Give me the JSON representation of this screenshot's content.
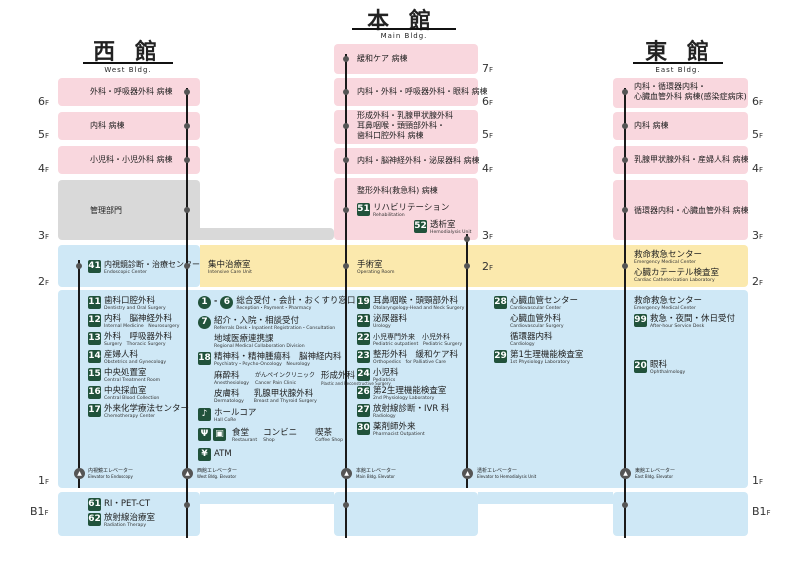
{
  "buildings": {
    "west": {
      "title": "西 館",
      "sub": "West Bldg."
    },
    "main": {
      "title": "本 館",
      "sub": "Main   Bldg."
    },
    "east": {
      "title": "東 館",
      "sub": "East Bldg."
    }
  },
  "floors": {
    "f7": "7",
    "f6": "6",
    "f5": "5",
    "f4": "4",
    "f3": "3",
    "f2": "2",
    "f1": "1",
    "b1": "B1",
    "suffix": "F"
  },
  "west": {
    "f6": "外科・呼吸器外科 病棟",
    "f5": "内科 病棟",
    "f4": "小児科・小児外科 病棟",
    "f3": "管理部門",
    "f2": {
      "num": "41",
      "label": "内視鏡診断・治療センター",
      "sub": "Endoscopic Center"
    },
    "f1": [
      {
        "num": "11",
        "label": "歯科口腔外科",
        "sub": "Dentistry and Oral Surgery"
      },
      {
        "num": "12",
        "label": "内科　脳神経外科",
        "sub": "Internal Medicine　Neurosurgery"
      },
      {
        "num": "13",
        "label": "外科　呼吸器外科",
        "sub": "Surgery　Thoracic Surgery"
      },
      {
        "num": "14",
        "label": "産婦人科",
        "sub": "Obstetrics and Gynecology"
      },
      {
        "num": "15",
        "label": "中央処置室",
        "sub": "Central Treatment Room"
      },
      {
        "num": "16",
        "label": "中央採血室",
        "sub": "Central Blood Collection"
      },
      {
        "num": "17",
        "label": "外来化学療法センター",
        "sub": "Chemotherapy Center"
      }
    ],
    "b1": [
      {
        "num": "61",
        "label": "RI・PET-CT",
        "sub": ""
      },
      {
        "num": "62",
        "label": "放射線治療室",
        "sub": "Radiation Therapy"
      }
    ]
  },
  "center": {
    "f2": {
      "label": "集中治療室",
      "sub": "Intensive Care Unit"
    },
    "f1": {
      "reception": {
        "num1": "1",
        "num2": "6",
        "label": "総合受付・会計・おくすり窓口",
        "sub": "Reception・Payment・Pharmacy"
      },
      "referral": {
        "num": "7",
        "label": "紹介・入院・相談受付",
        "sub": "Referrals Desk・Inpatient Registration・Consultation"
      },
      "regional": {
        "label": "地域医療連携課",
        "sub": "Regional Medical Collaboration Division"
      },
      "psych": {
        "num": "18",
        "label": "精神科・精神腫瘍科　脳神経内科",
        "sub": "Psychiatry・Psycho-Oncology　Neurology"
      },
      "row2": [
        {
          "label": "麻酔科",
          "sub": "Anesthesiology"
        },
        {
          "label": "がんペインクリニック",
          "sub": "Cancer Pain Clinic"
        },
        {
          "label": "形成外科",
          "sub": "Plastic and Reconstructive Surgery"
        }
      ],
      "row3": [
        {
          "label": "皮膚科",
          "sub": "Dermatology"
        },
        {
          "label": "乳腺甲状腺外科",
          "sub": "Breast and Thyroid Surgery"
        }
      ],
      "hall": {
        "label": "ホールコア",
        "sub": "Hall CoRe"
      },
      "food": [
        {
          "label": "食堂",
          "sub": "Restaurant"
        },
        {
          "label": "コンビニ",
          "sub": "Shop"
        },
        {
          "label": "喫茶",
          "sub": "Coffee Shop"
        }
      ],
      "atm": "ATM"
    }
  },
  "main": {
    "f7": "緩和ケア 病棟",
    "f6": "内科・外科・呼吸器外科・眼科 病棟",
    "f5": [
      "形成外科・乳腺甲状腺外科",
      "耳鼻咽喉・頭頸部外科・",
      "歯科口腔外科 病棟"
    ],
    "f4": "内科・脳神経外科・泌尿器科 病棟",
    "f3": {
      "ward": "整形外科(救急科) 病棟",
      "rehab": {
        "num": "51",
        "label": "リハビリテーション",
        "sub": "Rehabilitation"
      },
      "dialysis": {
        "num": "52",
        "label": "透析室",
        "sub": "Hemodialysis Unit"
      }
    },
    "f2": {
      "label": "手術室",
      "sub": "Operating Room"
    },
    "f1": [
      {
        "num": "19",
        "label": "耳鼻咽喉・頭頸部外科",
        "sub": "Otolaryngology-Head and Neck Surgery"
      },
      {
        "num": "21",
        "label": "泌尿器科",
        "sub": "Urology"
      },
      {
        "num": "22",
        "label": "小児専門外来　小児外科",
        "sub": "Pediatric outpatient　Pediatric Surgery"
      },
      {
        "num": "23",
        "label": "整形外科　緩和ケア科",
        "sub": "Orthopedics　for Palliative Care"
      },
      {
        "num": "24",
        "label": "小児科",
        "sub": "Pediatrics"
      },
      {
        "num": "26",
        "label": "第2生理機能検査室",
        "sub": "2nd Physiology Laboratory"
      },
      {
        "num": "27",
        "label": "放射線診断・IVR 科",
        "sub": "Radiology"
      },
      {
        "num": "30",
        "label": "薬剤師外来",
        "sub": "Pharmacist Outpatient"
      }
    ],
    "f1right": [
      {
        "num": "28",
        "label": "心臓血管センター",
        "sub": "Cardiovascular Center"
      },
      {
        "num": "",
        "label": "心臓血管外科",
        "sub": "Cardiovascular Surgery"
      },
      {
        "num": "",
        "label": "循環器内科",
        "sub": "Cardiology"
      },
      {
        "num": "29",
        "label": "第1生理機能検査室",
        "sub": "1st Physiology Laboratory"
      }
    ]
  },
  "east": {
    "f6": [
      "内科・循環器内科・",
      "心臓血管外科 病棟(感染症病床)"
    ],
    "f5": "内科 病棟",
    "f4": "乳腺甲状腺外科・産婦人科 病棟",
    "f3": "循環器内科・心臓血管外科 病棟",
    "f2": [
      {
        "label": "救命救急センター",
        "sub": "Emergency Medical Center"
      },
      {
        "label": "心臓カテーテル検査室",
        "sub": "Cardiac Catheterization Laboratory"
      }
    ],
    "f1": [
      {
        "num": "",
        "label": "救命救急センター",
        "sub": "Emergency Medical Center"
      },
      {
        "num": "99",
        "label": "救急・夜間・休日受付",
        "sub": "After-hour Service Desk"
      },
      {
        "num": "20",
        "label": "眼科",
        "sub": "Ophthalmology"
      }
    ]
  },
  "elevators": [
    {
      "label": "内視鏡エレベーター",
      "sub": "Elevator to Endoscopy"
    },
    {
      "label": "西館エレベーター",
      "sub": "West Bldg. Elevator"
    },
    {
      "label": "本館エレベーター",
      "sub": "Main Bldg. Elevator"
    },
    {
      "label": "透析エレベーター",
      "sub": "Elevator to Hemodialysis Unit"
    },
    {
      "label": "東館エレベーター",
      "sub": "East Bldg. Elevator"
    }
  ]
}
